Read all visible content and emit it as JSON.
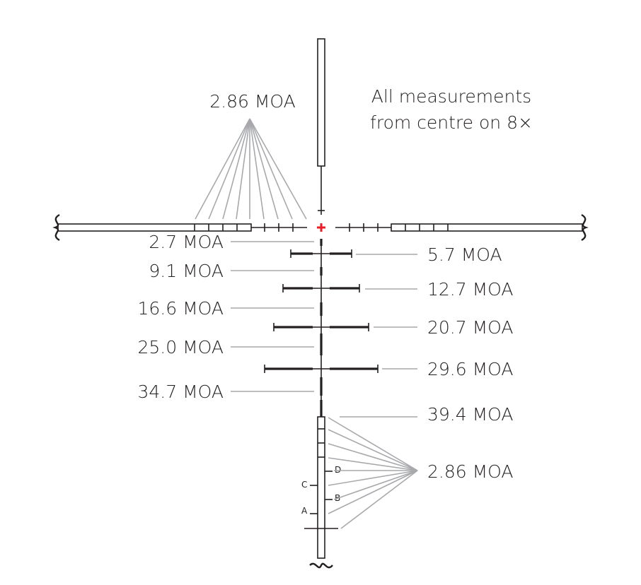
{
  "note": {
    "line1": "All measurements",
    "line2": "from centre on 8×"
  },
  "labels": {
    "top_spacing": "2.86 MOA",
    "bottom_spacing": "2.86 MOA",
    "left": [
      "2.7 MOA",
      "9.1 MOA",
      "16.6 MOA",
      "25.0 MOA",
      "34.7 MOA"
    ],
    "right": [
      "5.7 MOA",
      "12.7 MOA",
      "20.7 MOA",
      "29.6 MOA",
      "39.4 MOA"
    ]
  },
  "post_marks": [
    "A",
    "B",
    "C",
    "D"
  ],
  "colors": {
    "reticle": "#231f20",
    "leader": "#a7a9ac",
    "centre_dot": "#ed1c24"
  }
}
